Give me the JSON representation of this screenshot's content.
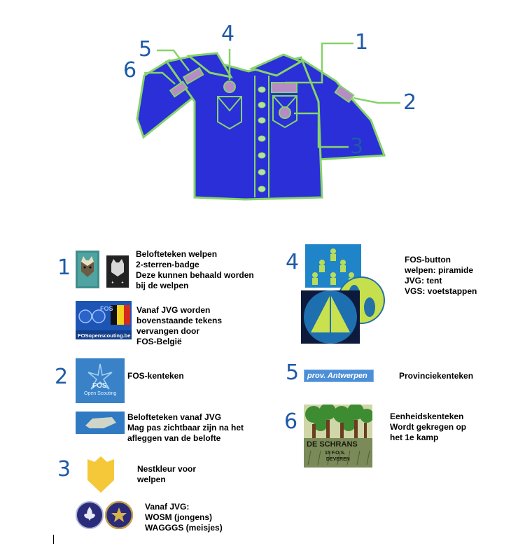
{
  "shirt_numbers": {
    "n1": "1",
    "n2": "2",
    "n3": "3",
    "n4": "4",
    "n5": "5",
    "n6": "6"
  },
  "section1": {
    "number": "1",
    "lines": [
      "Belofteteken welpen",
      "2-sterren-badge",
      "Deze kunnen behaald worden",
      "bij de welpen"
    ],
    "fos_lines": [
      "Vanaf JVG worden",
      "bovenstaande tekens",
      "vervangen door",
      "FOS-België"
    ],
    "fos_logo_text": "FOS",
    "fos_url_text": "FOSopenscouting.be"
  },
  "section2": {
    "number": "2",
    "kenteken": "FOS-kenteken",
    "logo_text_1": "FOS",
    "logo_text_2": "Open Scouting",
    "belofte_lines": [
      "Belofteteken vanaf JVG",
      "Mag pas zichtbaar zijn na het",
      "afleggen van de belofte"
    ]
  },
  "section3": {
    "number": "3",
    "nest_lines": [
      "Nestkleur voor",
      "welpen"
    ],
    "jvg_lines": [
      "Vanaf JVG:",
      "WOSM (jongens)",
      "WAGGGS (meisjes)"
    ]
  },
  "section4": {
    "number": "4",
    "lines": [
      "FOS-button",
      "welpen: piramide",
      "JVG: tent",
      "VGS: voetstappen"
    ]
  },
  "section5": {
    "number": "5",
    "badge_text": "prov. Antwerpen",
    "label": "Provinciekenteken"
  },
  "section6": {
    "number": "6",
    "lines": [
      "Eenheidskenteken",
      "Wordt gekregen op",
      "het 1e kamp"
    ],
    "badge_text_1": "DE SCHRANS",
    "badge_text_2": "15 F.O.S.",
    "badge_text_3": "DEVEREN"
  },
  "colors": {
    "shirt_blue": "#2a2fd8",
    "outline_green": "#86d36a",
    "number_blue": "#1e5aa8",
    "badge_purple": "#b98bc6",
    "nest_yellow": "#f5c83a"
  }
}
